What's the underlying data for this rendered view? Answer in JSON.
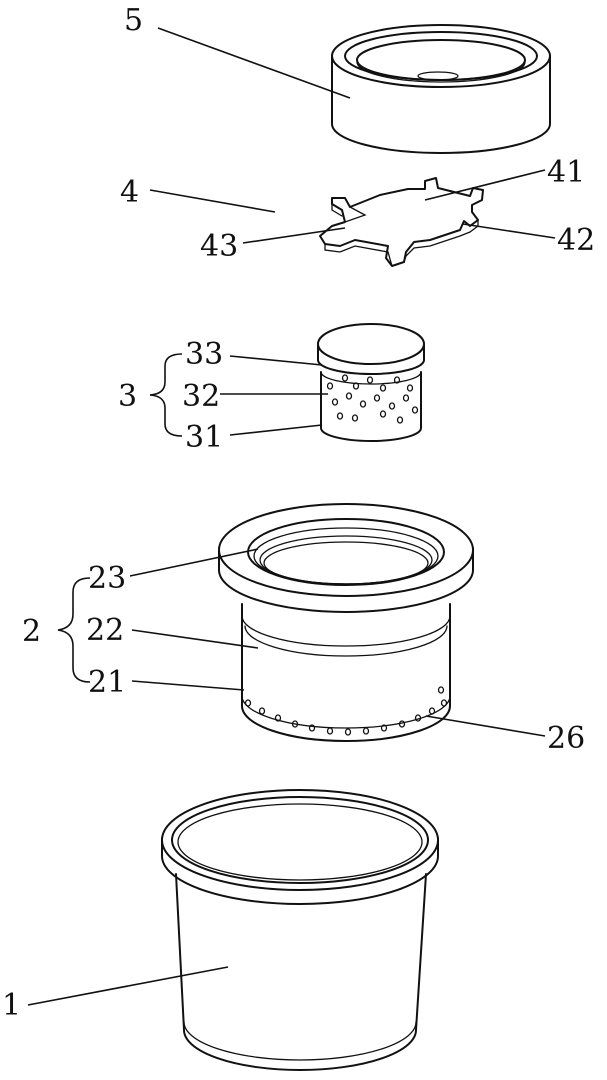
{
  "labels": {
    "l5": "5",
    "l4": "4",
    "l41": "41",
    "l42": "42",
    "l43": "43",
    "l3": "3",
    "l33": "33",
    "l32": "32",
    "l31": "31",
    "l2": "2",
    "l23": "23",
    "l22": "22",
    "l21": "21",
    "l26": "26",
    "l1": "1"
  }
}
